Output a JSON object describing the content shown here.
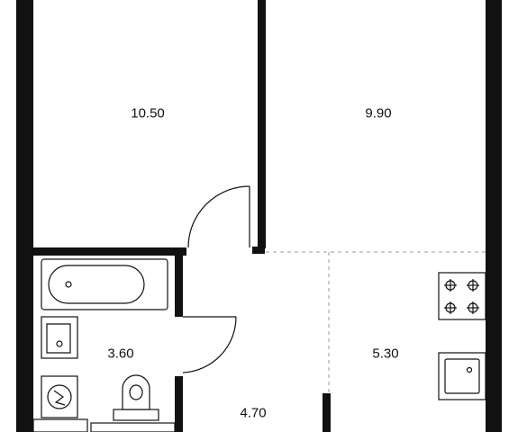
{
  "rooms": [
    {
      "id": "bedroom-left",
      "area": "10.50"
    },
    {
      "id": "room-right",
      "area": "9.90"
    },
    {
      "id": "bathroom",
      "area": "3.60"
    },
    {
      "id": "hallway",
      "area": "4.70"
    },
    {
      "id": "kitchen",
      "area": "5.30"
    }
  ],
  "fixtures": [
    "bathtub",
    "sink",
    "toilet",
    "washing-machine",
    "stove",
    "kitchen-sink"
  ],
  "colors": {
    "wall": "#111111",
    "background": "#ffffff",
    "dashed_zone": "#9a9a9a"
  }
}
